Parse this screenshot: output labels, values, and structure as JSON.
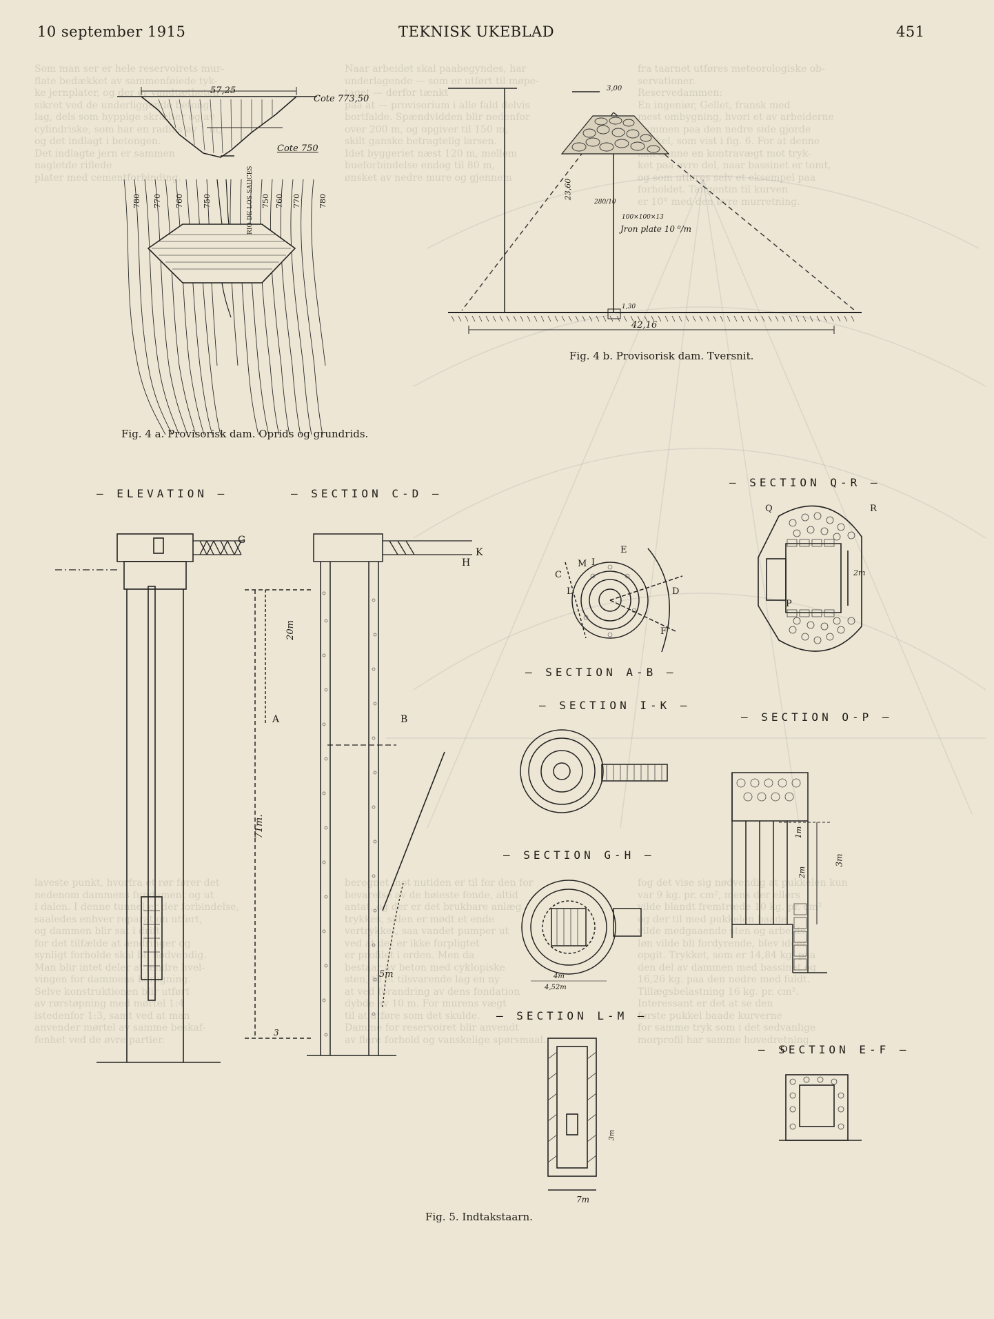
{
  "header": {
    "date": "10 september 1915",
    "journal": "TEKNISK UKEBLAD",
    "page": "451"
  },
  "fig4a": {
    "caption": "Fig. 4 a. Provisorisk dam. Oprids og grundrids.",
    "dim_width": "57,25",
    "cote_top": "Cote 773,50",
    "cote_bottom": "Cote 750",
    "river_label": "RIO DE LOS SAUCES",
    "contours": [
      "780",
      "770",
      "760",
      "750",
      "750",
      "760",
      "770",
      "780"
    ]
  },
  "fig4b": {
    "caption": "Fig. 4 b. Provisorisk dam. Tversnit.",
    "dim_top": "3,00",
    "dim_total": "42,16",
    "dim_height": "23,60",
    "dim_beam": "280/10",
    "dim_angle": "100×100×13",
    "plate": "Jron plate 10 ⁰/m",
    "dim_base": "1,30"
  },
  "fig5": {
    "caption": "Fig. 5. Indtakstaarn.",
    "elevation": "ELEVATION",
    "section_cd": "SECTION C-D",
    "section_qr": "SECTION Q-R",
    "section_ab": "SECTION A-B",
    "section_ik": "SECTION I-K",
    "section_op": "SECTION O-P",
    "section_gh": "SECTION G-H",
    "section_lm": "SECTION L-M",
    "section_ef": "SECTION E-F",
    "dim_20m": "20m",
    "dim_71m": "71m.",
    "dim_5m": "5m",
    "dim_3": "3",
    "dim_2m": "2m",
    "dim_1m": "1m",
    "dim_3m": "3m",
    "dim_7m": "7m",
    "dim_4m": "4m",
    "dim_452": "4,52m",
    "letters": {
      "g": "G",
      "h": "H",
      "k": "K",
      "a": "A",
      "b": "B",
      "c": "C",
      "d": "D",
      "e": "E",
      "f": "F",
      "i": "I",
      "l": "L",
      "m": "M",
      "o": "O",
      "p": "P",
      "q": "Q",
      "r": "R"
    }
  },
  "text": {
    "col1": [
      "Som man ser er hele reservoirets mur-",
      "flate bedækket av sammenføiede tyk-",
      "ke jernplater, og der er vandtætheten",
      "sikret ved de underliggende betong-",
      "lag, dels som hyppige skrælter og av",
      "cylindriske, som har en radius av 1 m,",
      "og det indlagt i betongen.",
      "Det indlagte jern er sammen",
      "nagletde riflede",
      "plater med cementforbinding."
    ],
    "col3": [
      "Naar arbeidet skal paabegyndes, har",
      "underlagende — som er utført til møpe-",
      "taget — derfor tænkt",
      "paa at — provisorium i alle fald delvis",
      "bortfalde. Spændvidden blir nedenfor",
      "over 200 m, og opgiver til 150 m,",
      "skilt ganske betragtelig larsen.",
      "Idet byggeriet næst 120 m, mellem",
      "bueforbindelse endog til 80 m,",
      "ønsket av nedre mure og gjennem"
    ],
    "col4": [
      "fra taarnet utføres meteorologiske ob-",
      "servationer.",
      "Reservedammen:",
      "En ingeniør, Gellet, fransk med",
      "mest ombygning, hvori et av arbeiderne",
      "dammen paa den nedre side gjorde",
      "pukkel, som vist i fig. 6. For at denne",
      "kan danne en kontravægt mot tryk-",
      "ket paa øvre del, naar bassinet er tomt,",
      "og som utføres selv et eksempel paa",
      "forholdet. Tangentin til kurven",
      "er 10° med den øvre murretning."
    ],
    "col1b": [
      "laveste punkt, hvorfra et rør fører det",
      "nedenom dammens fundament og ut",
      "i dalen. I denne tunnel er der forbindelse,",
      "saaledes enhver reparation utført,",
      "og dammen blir sat i drift",
      "for det tilfælde at ændringer og",
      "synligt forholde skal bli nødvendig.",
      "Man blir intet deler at ændre hvel-",
      "vingen for dammens beregning.",
      "Selve konstruktionen blir utført",
      "av rørstøpning med mørtel 1:4",
      "istedenfor 1:3, samt ved at man",
      "anvender mørtel av samme beskaf-",
      "fenhet ved de øvre partier."
    ],
    "col3b": [
      "beregnet mot nutiden er til for den for",
      "bevarelse av de høieste fonde, altid",
      "antat, og der er det brukbare anlæg",
      "trykkes, siden er mødt et ende",
      "vertrykket, saa vandet pumper ut",
      "ved at det er ikke forpligtet",
      "er profilet i orden. Men da",
      "bestaar av beton med cyklopiske",
      "sten, til et tilsvarende lag en ny",
      "at ved forandring av dens fondation",
      "dybde av 10 m. For murens vægt",
      "til at utføre som det skulde.",
      "Damme for reservoiret blir anvendt",
      "av flere forhold og vanskelige spørsmaal."
    ],
    "col4b": [
      "fog det vise sig nødvendig at pukkelen kun",
      "var 9 kg. pr. cm², mens der ellers",
      "vilde blandt fremtræde 10 kg. pr. cm²",
      "og der til med pukkelen baade",
      "vilde medgaaende sten og arbeids-",
      "løn vilde bli fordyrende, blev ideen",
      "opgit. Trykket, som er 14,84 kg. paa",
      "den del av dammen med bassinet og",
      "16,26 kg. paa den nedre med fuldt.",
      "Tillægsbelastning 16 kg. pr. cm².",
      "Interessant er det at se den",
      "første pukkel baade kurverne",
      "for samme tryk som i det sedvanlige",
      "morprofil har samme hovedretning."
    ]
  }
}
